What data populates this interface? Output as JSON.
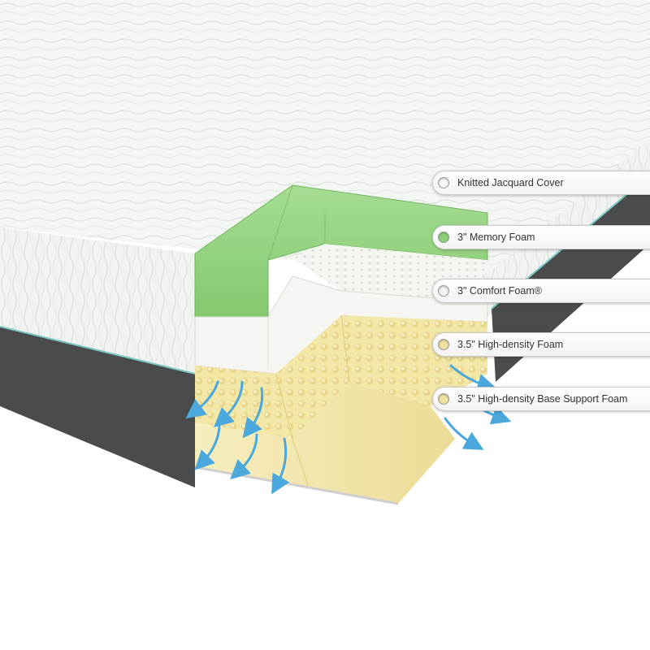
{
  "colors": {
    "cover_white": "#f4f6f3",
    "side_band": "#4a4b4d",
    "memory_foam_green": "#8fd27a",
    "comfort_foam_white": "#f5f5f2",
    "support_foam_yellow": "#f3e7a8",
    "airflow_arrow": "#4aa8dd",
    "trim_teal": "#7cc6c2"
  },
  "callouts": [
    {
      "label": "Knitted Jacquard Cover",
      "dot_color": "#f7f7f7",
      "icon": "white-circle-icon"
    },
    {
      "label": "3\" Memory Foam",
      "dot_color": "#8fd27a",
      "icon": "green-circle-icon"
    },
    {
      "label": "3\" Comfort Foam®",
      "dot_color": "#f2f2f2",
      "icon": "white-circle-icon"
    },
    {
      "label": "3.5\" High-density Foam",
      "dot_color": "#efe2a0",
      "icon": "yellow-circle-icon"
    },
    {
      "label": "3.5\" High-density Base Support Foam",
      "dot_color": "#efe2a0",
      "icon": "yellow-circle-icon"
    }
  ]
}
